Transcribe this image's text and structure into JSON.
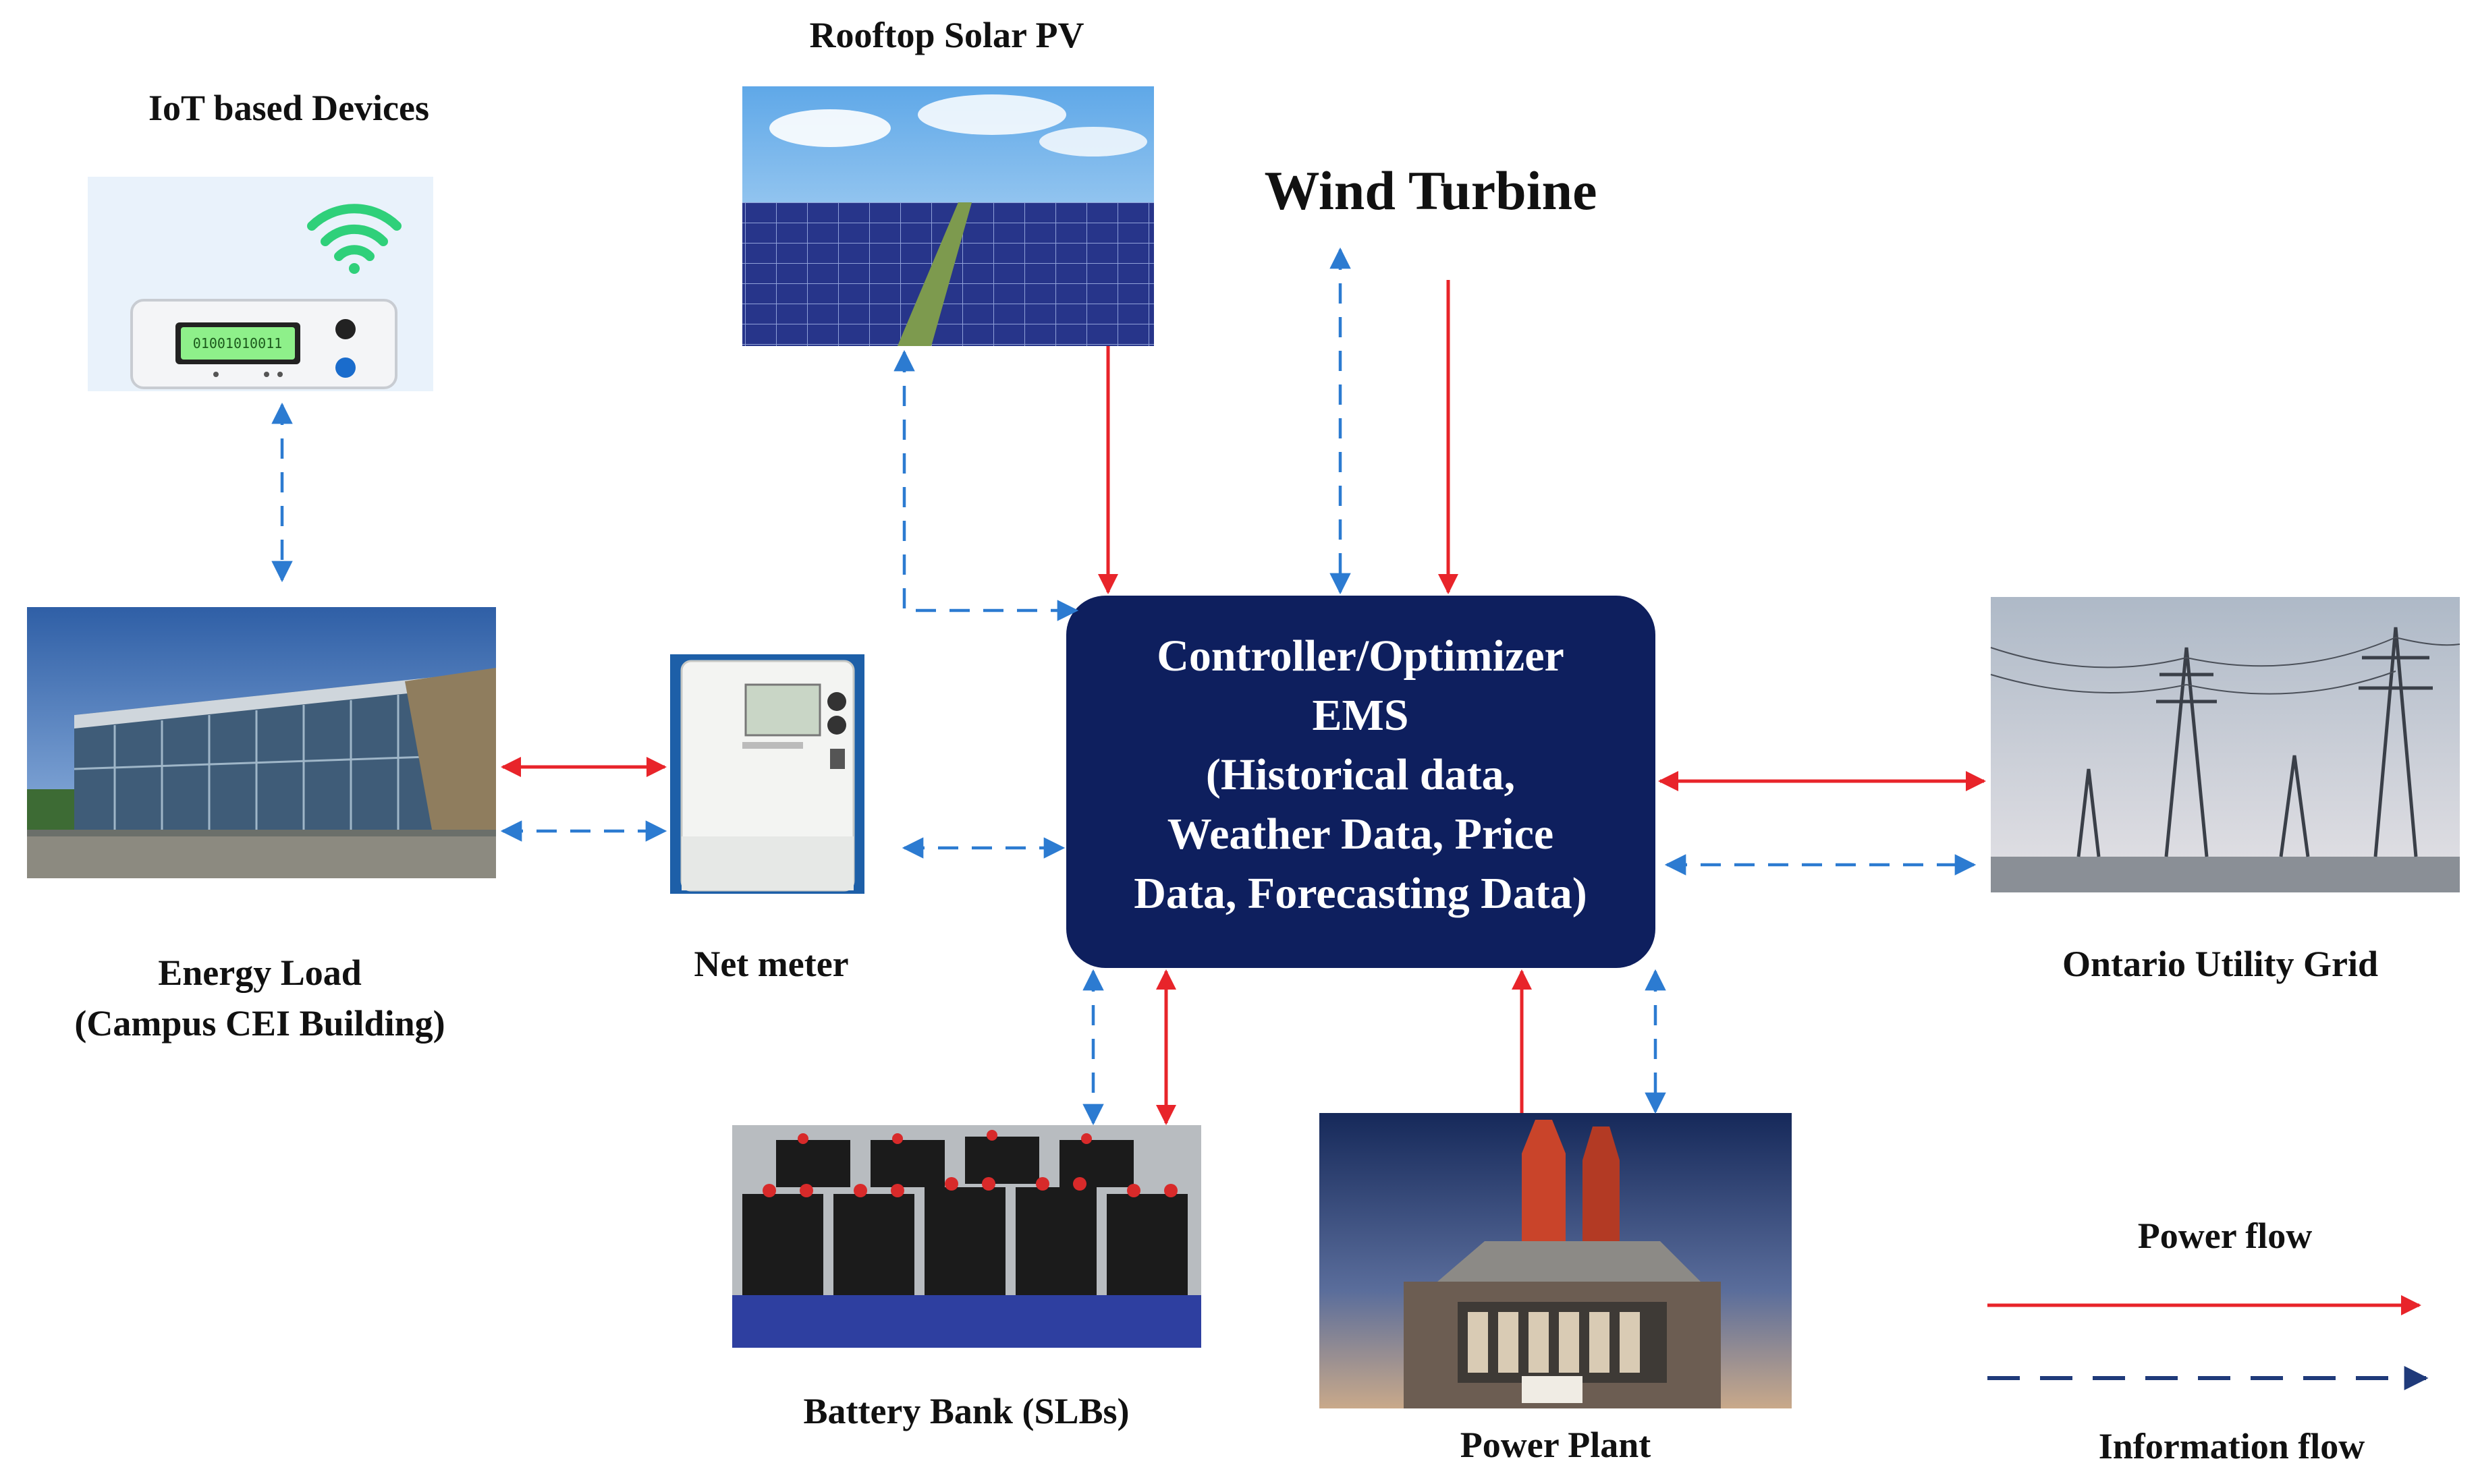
{
  "labels": {
    "iot": "IoT based Devices",
    "solar": "Rooftop Solar PV",
    "wind": "Wind Turbine",
    "load_line1": "Energy Load",
    "load_line2": "(Campus CEI Building)",
    "net_meter": "Net meter",
    "grid": "Ontario Utility Grid",
    "battery": "Battery Bank (SLBs)",
    "plant": "Power Plant"
  },
  "ems": {
    "lines": [
      "Controller/Optimizer",
      "EMS",
      "(Historical data,",
      "Weather Data, Price",
      "Data, Forecasting Data)"
    ]
  },
  "iot_display": "01001010011",
  "legend": {
    "power": "Power flow",
    "info": "Information flow"
  },
  "colors": {
    "power": "#e8242a",
    "info": "#2c7bd1",
    "legend_info": "#1f3a7a",
    "ems_box": "#0e1f5e"
  }
}
